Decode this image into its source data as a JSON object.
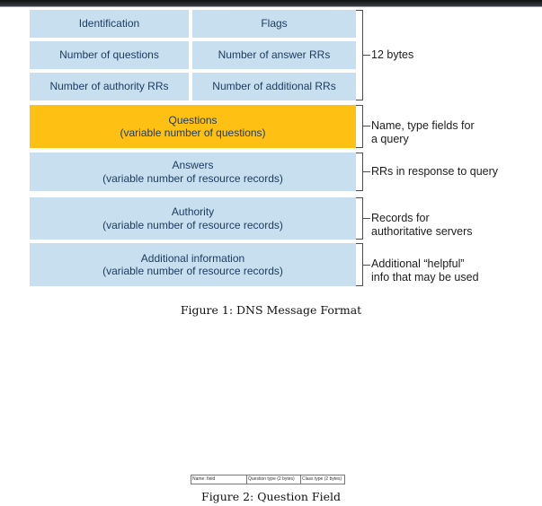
{
  "figure1": {
    "caption": "Figure 1: DNS Message Format",
    "colors": {
      "box_blue": "#c7dfee",
      "box_yellow": "#fdc013",
      "box_text": "#1b3a5e",
      "annotation_text": "#1c1c1c",
      "bracket_line": "#4d4d4d"
    },
    "header_rows": [
      [
        "Identification",
        "Flags"
      ],
      [
        "Number of questions",
        "Number of answer RRs"
      ],
      [
        "Number of authority RRs",
        "Number of additional RRs"
      ]
    ],
    "sections": [
      {
        "title": "Questions",
        "subtitle": "(variable number of questions)",
        "highlight": true
      },
      {
        "title": "Answers",
        "subtitle": "(variable number of resource records)",
        "highlight": false
      },
      {
        "title": "Authority",
        "subtitle": "(variable number of resource records)",
        "highlight": false
      },
      {
        "title": "Additional information",
        "subtitle": "(variable number of resource records)",
        "highlight": false
      }
    ],
    "annotations": [
      {
        "lines": [
          "12 bytes",
          ""
        ]
      },
      {
        "lines": [
          "Name, type fields for",
          "a query"
        ]
      },
      {
        "lines": [
          "RRs in response to query",
          ""
        ]
      },
      {
        "lines": [
          "Records for",
          "authoritative servers"
        ]
      },
      {
        "lines": [
          "Additional “helpful”",
          "info that may be used"
        ]
      }
    ]
  },
  "figure2": {
    "caption": "Figure 2: Question Field",
    "cells": [
      "Name: field",
      "Question type (2 bytes)",
      "Class type (2 bytes)"
    ]
  }
}
